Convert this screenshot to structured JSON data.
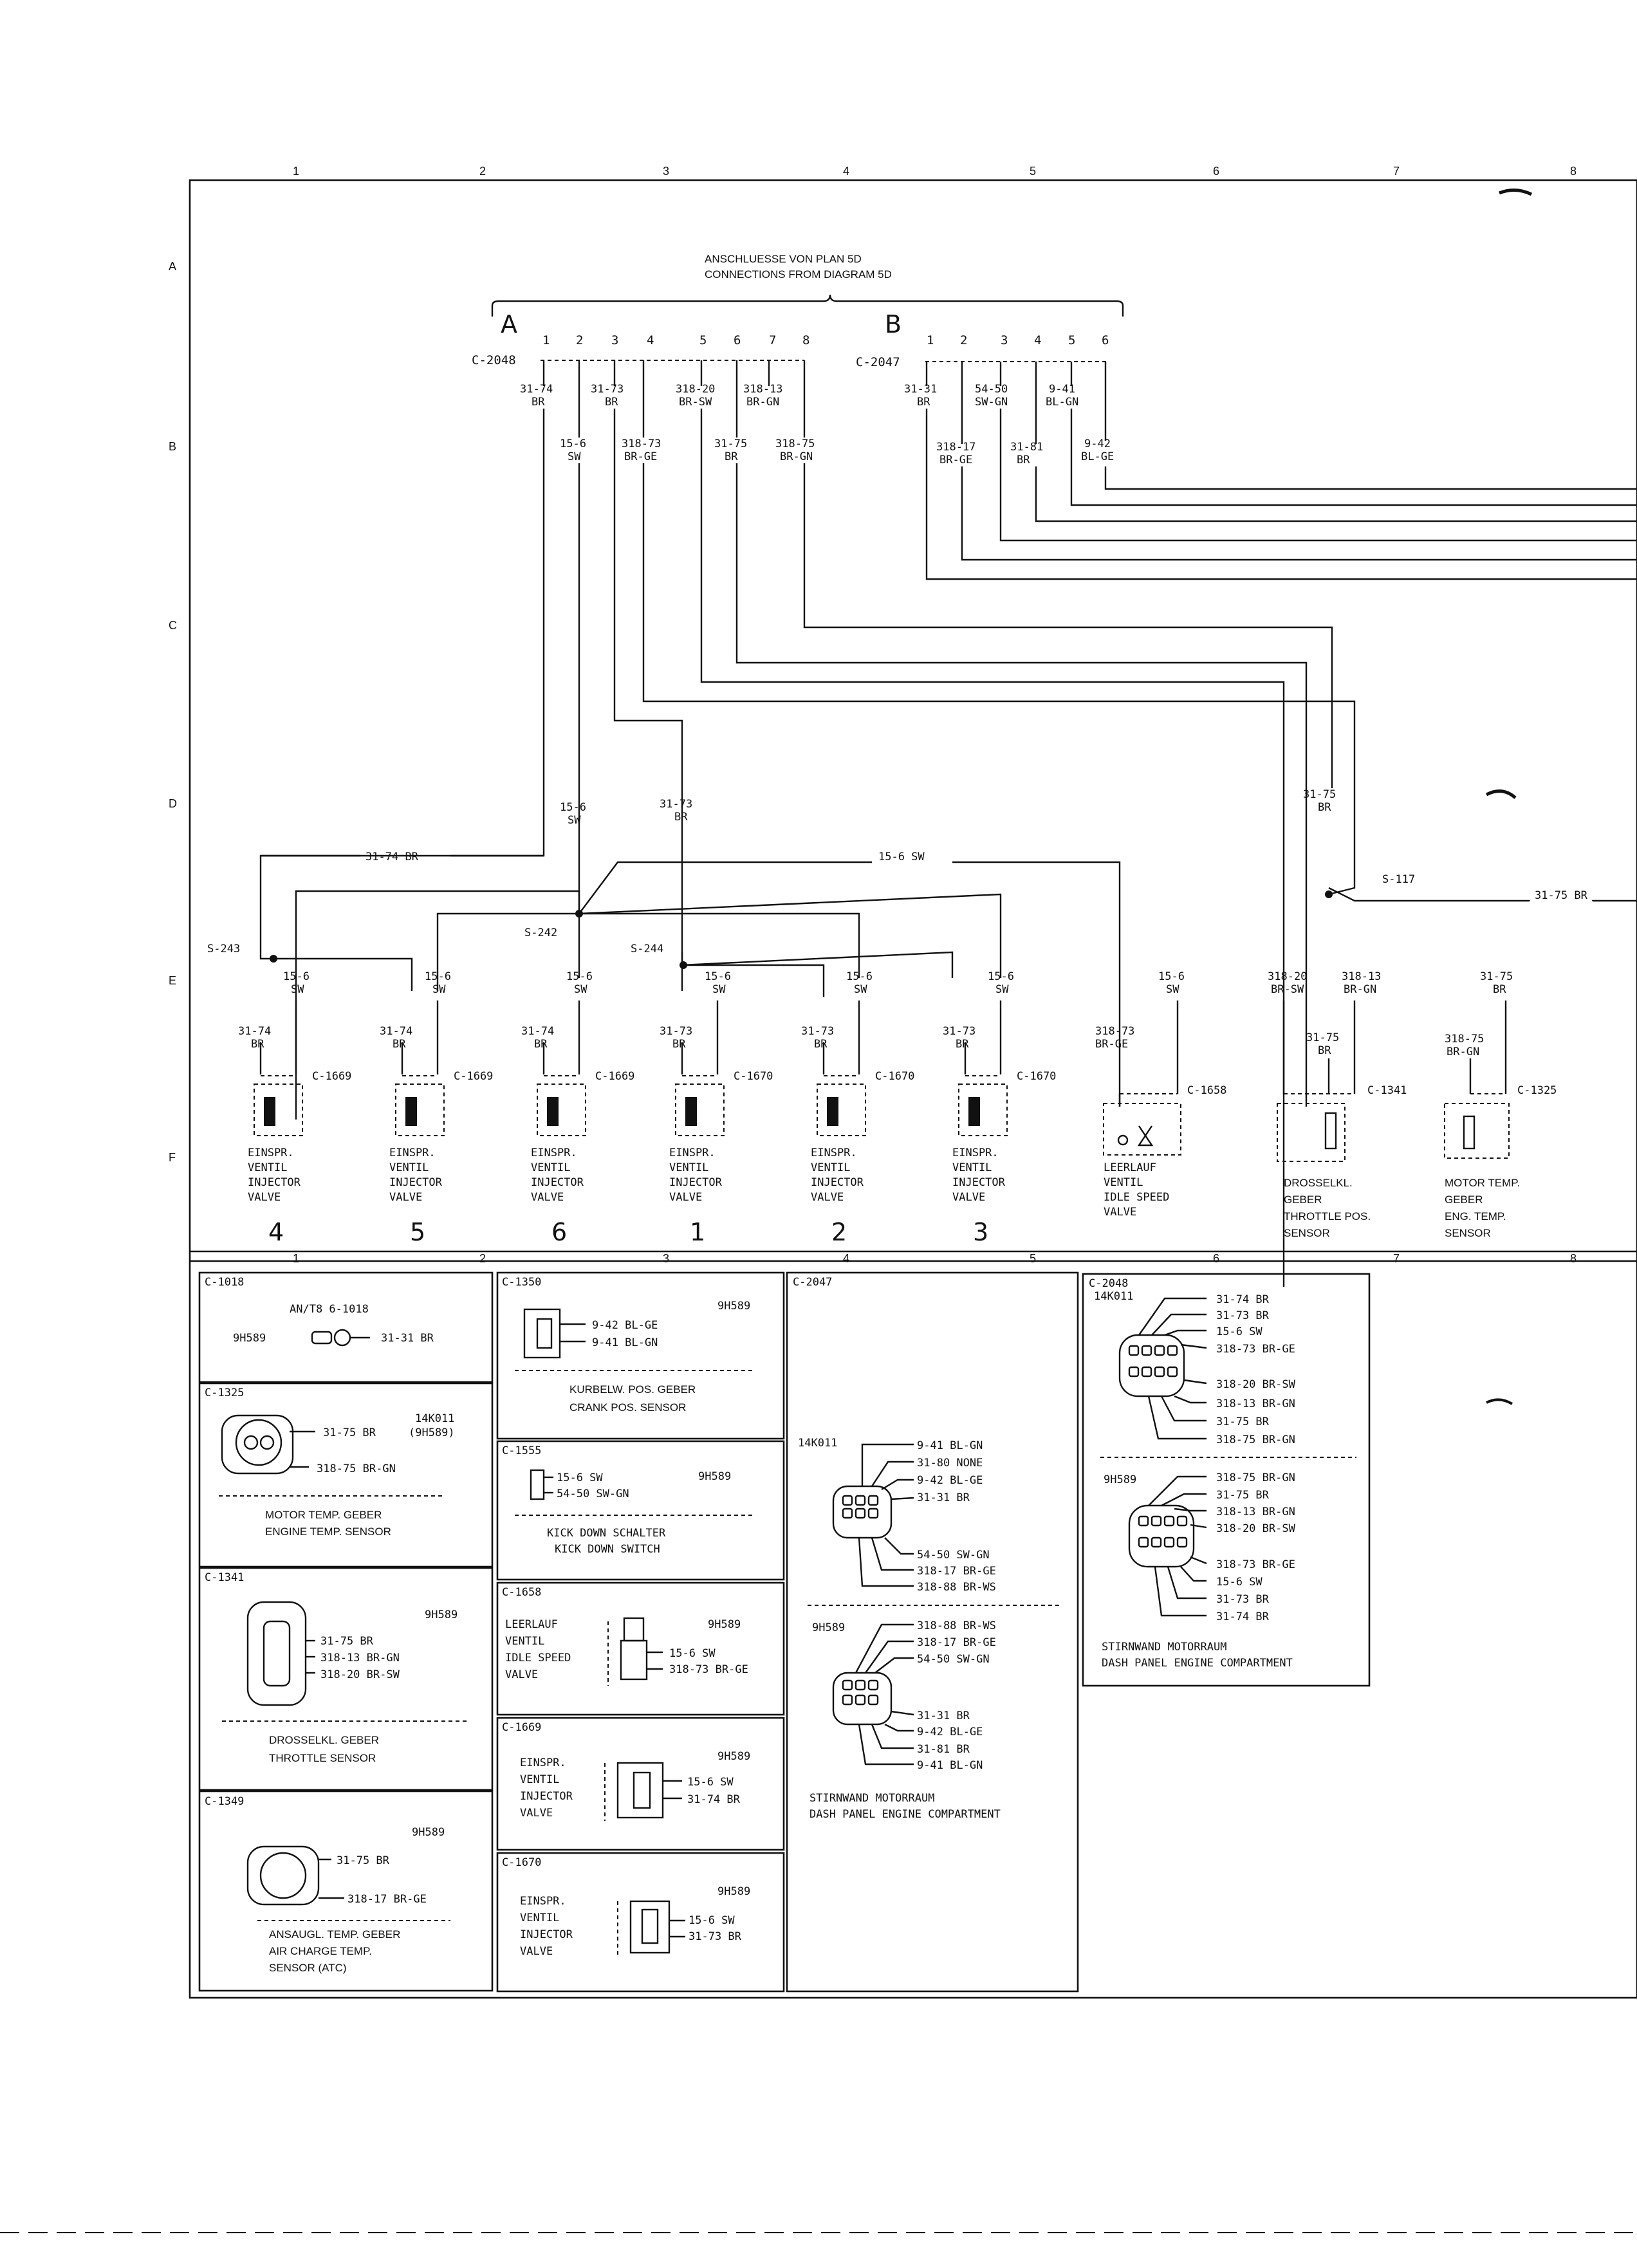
{
  "header": {
    "line1": "ANSCHLUESSE VON PLAN 5D",
    "line2": "CONNECTIONS FROM DIAGRAM 5D",
    "group_a": "A",
    "group_b": "B"
  },
  "grid": {
    "cols": [
      "1",
      "2",
      "3",
      "4",
      "5",
      "6",
      "7",
      "8"
    ],
    "rows": [
      "A",
      "B",
      "C",
      "D",
      "E",
      "F"
    ]
  },
  "connectors_top": {
    "c2048": {
      "id": "C-2048",
      "pins": [
        "1",
        "2",
        "3",
        "4",
        "5",
        "6",
        "7",
        "8"
      ]
    },
    "c2047": {
      "id": "C-2047",
      "pins": [
        "1",
        "2",
        "3",
        "4",
        "5",
        "6"
      ]
    }
  },
  "wire_labels": {
    "a1": [
      "31-74",
      "BR"
    ],
    "a3": [
      "31-73",
      "BR"
    ],
    "a5": [
      "318-20",
      "BR-SW"
    ],
    "a7": [
      "318-13",
      "BR-GN"
    ],
    "a2": [
      "15-6",
      "SW"
    ],
    "a4": [
      "318-73",
      "BR-GE"
    ],
    "a6": [
      "31-75",
      "BR"
    ],
    "a8": [
      "318-75",
      "BR-GN"
    ],
    "b1": [
      "31-31",
      "BR"
    ],
    "b3": [
      "54-50",
      "SW-GN"
    ],
    "b5": [
      "9-41",
      "BL-GN"
    ],
    "b2": [
      "318-17",
      "BR-GE"
    ],
    "b4": [
      "31-81",
      "BR"
    ],
    "b6": [
      "9-42",
      "BL-GE"
    ],
    "d_swv": [
      "15-6",
      "SW"
    ],
    "d_br": [
      "31-73",
      "BR"
    ],
    "d_right": [
      "31-75",
      "BR"
    ],
    "h_3174": "31-74 BR",
    "h_156": "15-6 SW",
    "h_3175": "31-75 BR"
  },
  "splices": [
    "S-243",
    "S-242",
    "S-244",
    "S-117"
  ],
  "injectors": [
    {
      "top": [
        "15-6",
        "SW"
      ],
      "left": [
        "31-74",
        "BR"
      ],
      "conn": "C-1669",
      "num": "4"
    },
    {
      "top": [
        "15-6",
        "SW"
      ],
      "left": [
        "31-74",
        "BR"
      ],
      "conn": "C-1669",
      "num": "5"
    },
    {
      "top": [
        "15-6",
        "SW"
      ],
      "left": [
        "31-74",
        "BR"
      ],
      "conn": "C-1669",
      "num": "6"
    },
    {
      "top": [
        "15-6",
        "SW"
      ],
      "left": [
        "31-73",
        "BR"
      ],
      "conn": "C-1670",
      "num": "1"
    },
    {
      "top": [
        "15-6",
        "SW"
      ],
      "left": [
        "31-73",
        "BR"
      ],
      "conn": "C-1670",
      "num": "2"
    },
    {
      "top": [
        "15-6",
        "SW"
      ],
      "left": [
        "31-73",
        "BR"
      ],
      "conn": "C-1670",
      "num": "3"
    }
  ],
  "injector_label": [
    "EINSPR.",
    "VENTIL",
    "INJECTOR",
    "VALVE"
  ],
  "idle_valve": {
    "left": [
      "318-73",
      "BR-GE"
    ],
    "right": [
      "15-6",
      "SW"
    ],
    "conn": "C-1658",
    "label": [
      "LEERLAUF",
      "VENTIL",
      "IDLE SPEED",
      "VALVE"
    ]
  },
  "throttle": {
    "w1": [
      "318-20",
      "BR-SW"
    ],
    "w2": [
      "318-13",
      "BR-GN"
    ],
    "w3": [
      "31-75",
      "BR"
    ],
    "conn": "C-1341",
    "label": [
      "DROSSELKL.",
      "GEBER",
      "THROTTLE POS.",
      "SENSOR"
    ]
  },
  "motortemp": {
    "w1": [
      "31-75",
      "BR"
    ],
    "w2": [
      "318-75",
      "BR-GN"
    ],
    "conn": "C-1325",
    "label": [
      "MOTOR TEMP.",
      "GEBER",
      "ENG. TEMP.",
      "SENSOR"
    ]
  },
  "legend": {
    "c1018": {
      "id": "C-1018",
      "title": "AN/T8 6-1018",
      "code": "9H589",
      "wire": "31-31 BR"
    },
    "c1325": {
      "id": "C-1325",
      "code": "14K011",
      "code2": "(9H589)",
      "wires": [
        "31-75 BR",
        "318-75 BR-GN"
      ],
      "label1": "MOTOR TEMP. GEBER",
      "label2": "ENGINE TEMP. SENSOR"
    },
    "c1341": {
      "id": "C-1341",
      "code": "9H589",
      "wires": [
        "31-75 BR",
        "318-13 BR-GN",
        "318-20 BR-SW"
      ],
      "label1": "DROSSELKL. GEBER",
      "label2": "THROTTLE SENSOR"
    },
    "c1349": {
      "id": "C-1349",
      "code": "9H589",
      "wires": [
        "31-75 BR",
        "318-17 BR-GE"
      ],
      "label1": "ANSAUGL. TEMP. GEBER",
      "label2": "AIR CHARGE TEMP.",
      "label3": "SENSOR (ATC)"
    },
    "c1350": {
      "id": "C-1350",
      "code": "9H589",
      "wires": [
        "9-42 BL-GE",
        "9-41 BL-GN"
      ],
      "label1": "KURBELW. POS. GEBER",
      "label2": "CRANK POS. SENSOR"
    },
    "c1555": {
      "id": "C-1555",
      "code": "9H589",
      "wires": [
        "15-6 SW",
        "54-50 SW-GN"
      ],
      "label1": "KICK DOWN SCHALTER",
      "label2": "KICK DOWN SWITCH"
    },
    "c1658": {
      "id": "C-1658",
      "code": "9H589",
      "label": [
        "LEERLAUF",
        "VENTIL",
        "IDLE SPEED",
        "VALVE"
      ],
      "wires": [
        "15-6 SW",
        "318-73 BR-GE"
      ]
    },
    "c1669": {
      "id": "C-1669",
      "code": "9H589",
      "label": [
        "EINSPR.",
        "VENTIL",
        "INJECTOR",
        "VALVE"
      ],
      "wires": [
        "15-6 SW",
        "31-74 BR"
      ]
    },
    "c1670": {
      "id": "C-1670",
      "code": "9H589",
      "label": [
        "EINSPR.",
        "VENTIL",
        "INJECTOR",
        "VALVE"
      ],
      "wires": [
        "15-6 SW",
        "31-73 BR"
      ]
    },
    "c2047": {
      "id": "C-2047",
      "code1": "14K011",
      "wires1": [
        "9-41 BL-GN",
        "31-80 NONE",
        "9-42 BL-GE",
        "31-31 BR",
        "54-50 SW-GN",
        "318-17 BR-GE",
        "318-88 BR-WS"
      ],
      "code2": "9H589",
      "wires2": [
        "318-88 BR-WS",
        "318-17 BR-GE",
        "54-50 SW-GN",
        "31-31 BR",
        "9-42 BL-GE",
        "31-81 BR",
        "9-41 BL-GN"
      ],
      "label1": "STIRNWAND MOTORRAUM",
      "label2": "DASH PANEL ENGINE COMPARTMENT"
    },
    "c2048": {
      "id": "C-2048",
      "code1": "14K011",
      "wires1": [
        "31-74 BR",
        "31-73 BR",
        "15-6 SW",
        "318-73 BR-GE",
        "318-20 BR-SW",
        "318-13 BR-GN",
        "31-75 BR",
        "318-75 BR-GN"
      ],
      "code2": "9H589",
      "wires2": [
        "318-75 BR-GN",
        "31-75 BR",
        "318-13 BR-GN",
        "318-20 BR-SW",
        "318-73 BR-GE",
        "15-6 SW",
        "31-73 BR",
        "31-74 BR"
      ],
      "label1": "STIRNWAND MOTORRAUM",
      "label2": "DASH PANEL ENGINE COMPARTMENT"
    }
  }
}
